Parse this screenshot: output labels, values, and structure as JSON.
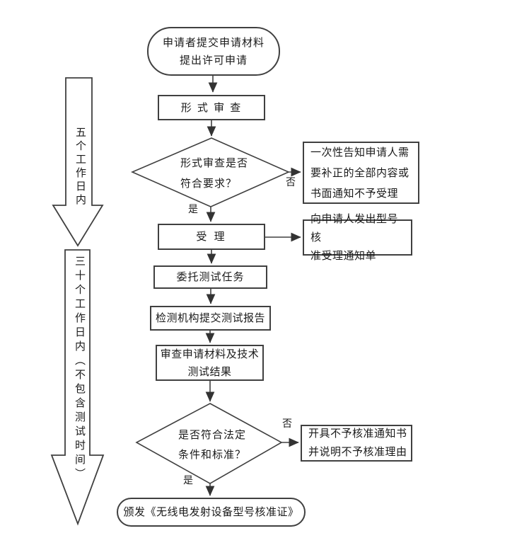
{
  "colors": {
    "stroke": "#404040",
    "text": "#1a1a1a",
    "background": "#ffffff"
  },
  "timeline": {
    "five_days": "五个工作日内",
    "thirty_days": "三十个工作日内（不包含测试时间）"
  },
  "flow": {
    "start": "申请者提交申请材料\n提出许可申请",
    "formal_review": "形 式 审 查",
    "decision1": "形式审查是否\n符合要求？",
    "decision1_no_note": "一次性告知申请人需\n要补正的全部内容或\n书面通知不予受理",
    "accept": "受  理",
    "accept_note": "向申请人发出型号核\n准受理通知单",
    "assign_test": "委托测试任务",
    "test_report": "检测机构提交测试报告",
    "review_materials": "审查申请材料及技术\n测试结果",
    "decision2": "是否符合法定\n条件和标准？",
    "decision2_no_note": "开具不予核准通知书\n并说明不予核准理由",
    "end": "颁发《无线电发射设备型号核准证》"
  },
  "labels": {
    "yes1": "是",
    "no1": "否",
    "yes2": "是",
    "no2": "否"
  }
}
